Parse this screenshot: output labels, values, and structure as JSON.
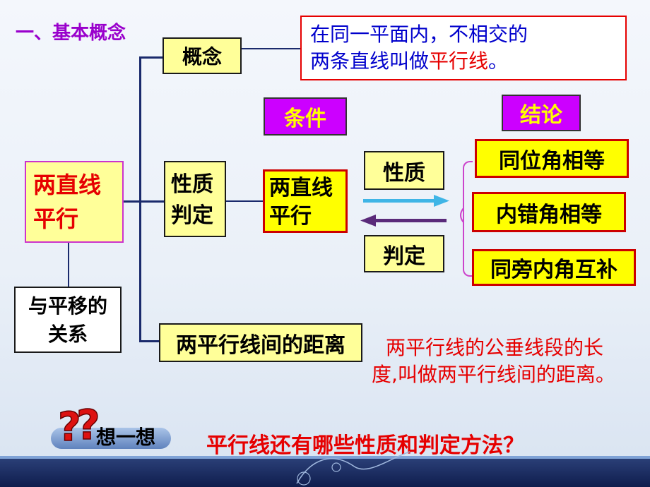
{
  "section_title": "一、基本概念",
  "concept_label": "概念",
  "definition": {
    "line1": "在同一平面内，不相交的",
    "line2_prefix": "两条直线叫做",
    "line2_highlight": "平行线",
    "line2_suffix": "。"
  },
  "condition_label": "条件",
  "conclusion_label": "结论",
  "main_node": {
    "line1": "两直线",
    "line2": "平行"
  },
  "property_node": {
    "line1": "性质",
    "line2": "判定"
  },
  "parallel_node": {
    "line1": "两直线",
    "line2": "平行"
  },
  "property_label": "性质",
  "judgment_label": "判定",
  "results": [
    "同位角相等",
    "内错角相等",
    "同旁内角互补"
  ],
  "translation_node": {
    "line1": "与平移的",
    "line2": "关系"
  },
  "distance_node": "两平行线间的距离",
  "distance_def": {
    "line1": "两平行线的公垂线段的长",
    "line2": "度,叫做两平行线间的距离。"
  },
  "think_label": "想一想",
  "question": "平行线还有哪些性质和判定方法？",
  "colors": {
    "title_purple": "#9900cc",
    "red": "#e60000",
    "blue": "#0000cc",
    "purple_box": "#cc00ff",
    "yellow_box": "#ffff99"
  }
}
